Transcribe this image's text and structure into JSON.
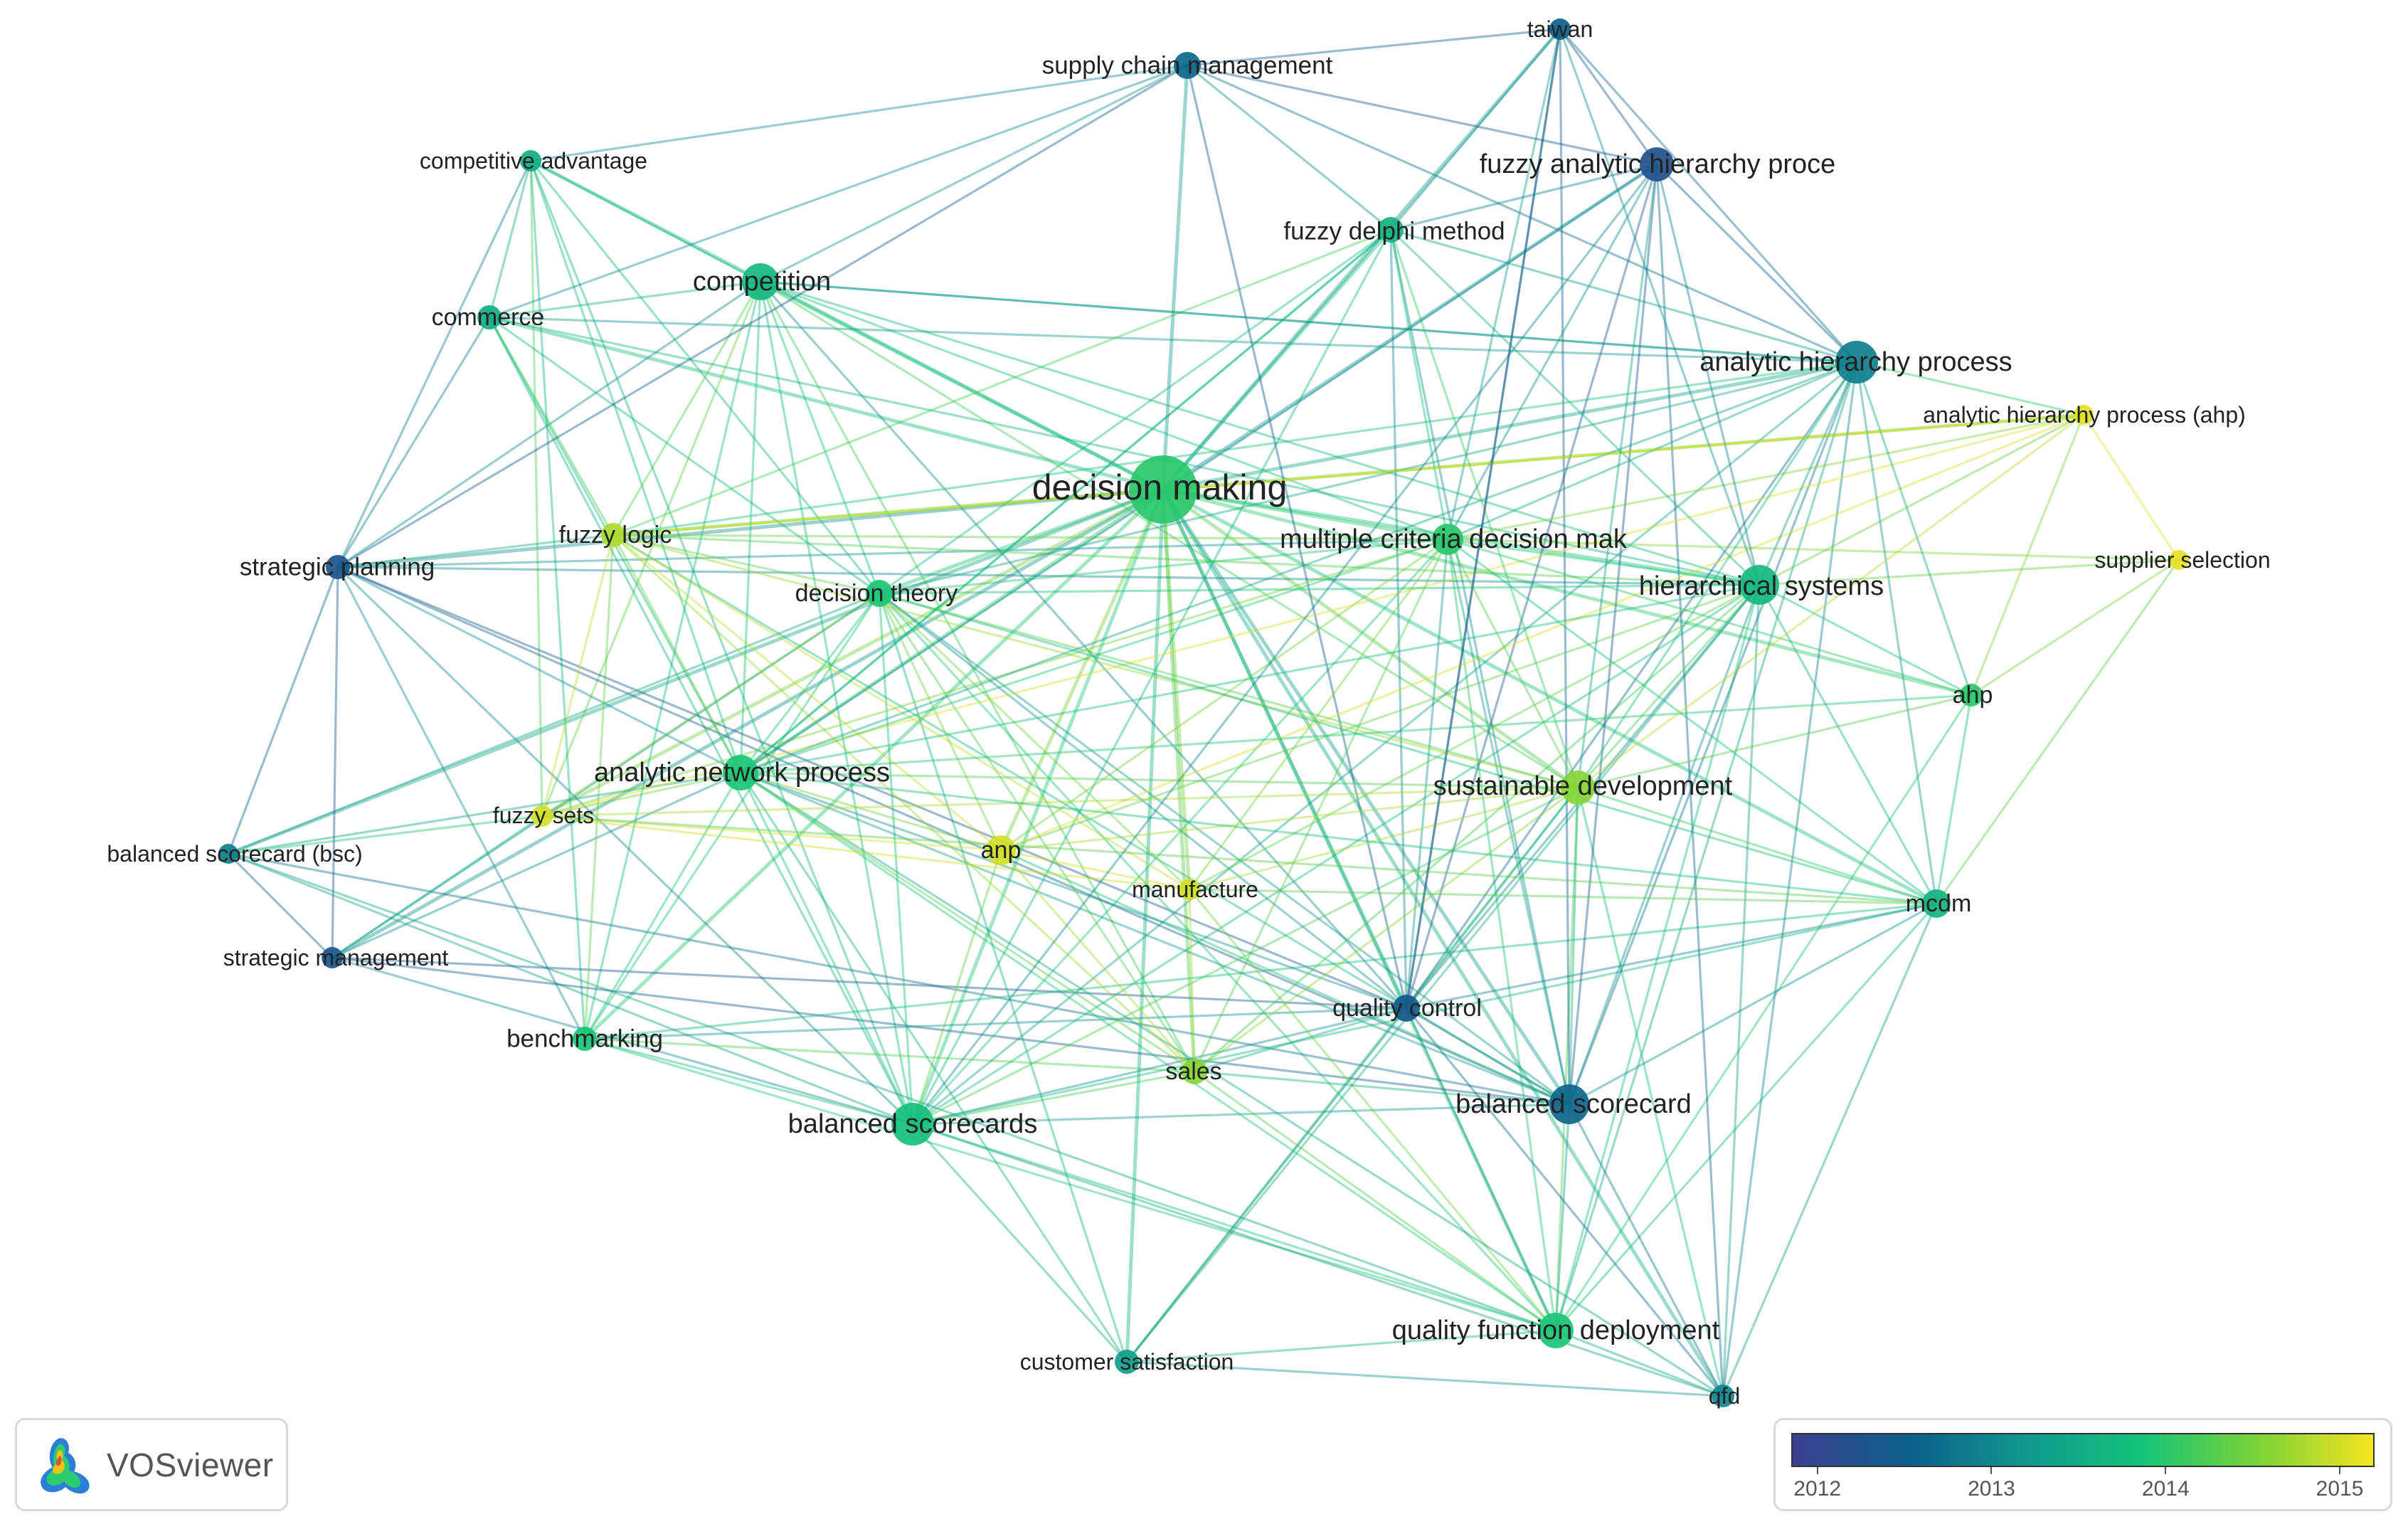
{
  "app": {
    "name": "VOSviewer"
  },
  "legend": {
    "ticks": [
      "2012",
      "2013",
      "2014",
      "2015"
    ],
    "min": 2011.85,
    "max": 2015.2,
    "colors": [
      "#3b3f8f",
      "#0b5f8a",
      "#11978f",
      "#14c47a",
      "#7bd339",
      "#f5e51f"
    ]
  },
  "nodes": [
    {
      "id": "taiwan",
      "label": "taiwan",
      "year": 2012.5
    },
    {
      "id": "scm",
      "label": "supply chain management",
      "year": 2012.6
    },
    {
      "id": "compadv",
      "label": "competitive advantage",
      "year": 2013.5
    },
    {
      "id": "fahp",
      "label": "fuzzy analytic hierarchy proce",
      "year": 2012.2
    },
    {
      "id": "fdelphi",
      "label": "fuzzy delphi method",
      "year": 2013.6
    },
    {
      "id": "competition",
      "label": "competition",
      "year": 2013.7
    },
    {
      "id": "commerce",
      "label": "commerce",
      "year": 2013.5
    },
    {
      "id": "ahp_long",
      "label": "analytic hierarchy process",
      "year": 2012.9
    },
    {
      "id": "ahp_paren",
      "label": "analytic hierarchy process (ahp)",
      "year": 2015.1
    },
    {
      "id": "dm",
      "label": "decision making",
      "year": 2014.0
    },
    {
      "id": "fuzzylogic",
      "label": "fuzzy logic",
      "year": 2014.8
    },
    {
      "id": "mcdm_long",
      "label": "multiple criteria decision mak",
      "year": 2014.0
    },
    {
      "id": "stratplan",
      "label": "strategic planning",
      "year": 2012.3
    },
    {
      "id": "suppsel",
      "label": "supplier selection",
      "year": 2015.1
    },
    {
      "id": "dectheory",
      "label": "decision theory",
      "year": 2013.9
    },
    {
      "id": "hiersys",
      "label": "hierarchical systems",
      "year": 2013.7
    },
    {
      "id": "ahp",
      "label": "ahp",
      "year": 2014.0
    },
    {
      "id": "anp_long",
      "label": "analytic network process",
      "year": 2013.9
    },
    {
      "id": "sustdev",
      "label": "sustainable development",
      "year": 2014.6
    },
    {
      "id": "fuzzysets",
      "label": "fuzzy sets",
      "year": 2015.0
    },
    {
      "id": "bsc_paren",
      "label": "balanced scorecard (bsc)",
      "year": 2012.9
    },
    {
      "id": "anp",
      "label": "anp",
      "year": 2015.0
    },
    {
      "id": "manufacture",
      "label": "manufacture",
      "year": 2015.0
    },
    {
      "id": "mcdm",
      "label": "mcdm",
      "year": 2013.6
    },
    {
      "id": "stratmgmt",
      "label": "strategic management",
      "year": 2012.3
    },
    {
      "id": "qc",
      "label": "quality control",
      "year": 2012.4
    },
    {
      "id": "benchmarking",
      "label": "benchmarking",
      "year": 2013.9
    },
    {
      "id": "sales",
      "label": "sales",
      "year": 2014.6
    },
    {
      "id": "bsc",
      "label": "balanced scorecard",
      "year": 2012.6
    },
    {
      "id": "bscs",
      "label": "balanced scorecards",
      "year": 2013.8
    },
    {
      "id": "qfd_long",
      "label": "quality function deployment",
      "year": 2013.9
    },
    {
      "id": "custsat",
      "label": "customer satisfaction",
      "year": 2013.3
    },
    {
      "id": "qfd",
      "label": "qfd",
      "year": 2013.0
    }
  ],
  "edges": [
    [
      "dm",
      "competition"
    ],
    [
      "dm",
      "compadv"
    ],
    [
      "dm",
      "commerce"
    ],
    [
      "dm",
      "fuzzylogic"
    ],
    [
      "dm",
      "stratplan"
    ],
    [
      "dm",
      "dectheory"
    ],
    [
      "dm",
      "mcdm_long"
    ],
    [
      "dm",
      "hiersys"
    ],
    [
      "dm",
      "ahp_long"
    ],
    [
      "dm",
      "fahp"
    ],
    [
      "dm",
      "fdelphi"
    ],
    [
      "dm",
      "anp_long"
    ],
    [
      "dm",
      "sustdev"
    ],
    [
      "dm",
      "fuzzysets"
    ],
    [
      "dm",
      "anp"
    ],
    [
      "dm",
      "manufacture"
    ],
    [
      "dm",
      "mcdm"
    ],
    [
      "dm",
      "qc"
    ],
    [
      "dm",
      "benchmarking"
    ],
    [
      "dm",
      "sales"
    ],
    [
      "dm",
      "bsc"
    ],
    [
      "dm",
      "bscs"
    ],
    [
      "dm",
      "qfd_long"
    ],
    [
      "dm",
      "custsat"
    ],
    [
      "dm",
      "qfd"
    ],
    [
      "dm",
      "ahp"
    ],
    [
      "dm",
      "taiwan"
    ],
    [
      "dm",
      "ahp_paren"
    ],
    [
      "dm",
      "stratmgmt"
    ],
    [
      "dm",
      "bsc_paren"
    ],
    [
      "competition",
      "compadv"
    ],
    [
      "competition",
      "commerce"
    ],
    [
      "competition",
      "stratplan"
    ],
    [
      "competition",
      "dectheory"
    ],
    [
      "competition",
      "anp_long"
    ],
    [
      "competition",
      "bscs"
    ],
    [
      "competition",
      "hiersys"
    ],
    [
      "competition",
      "ahp_long"
    ],
    [
      "competition",
      "mcdm_long"
    ],
    [
      "competition",
      "fuzzylogic"
    ],
    [
      "competition",
      "benchmarking"
    ],
    [
      "competition",
      "qc"
    ],
    [
      "competition",
      "sustdev"
    ],
    [
      "competition",
      "fuzzysets"
    ],
    [
      "competition",
      "sales"
    ],
    [
      "competition",
      "scm"
    ],
    [
      "commerce",
      "compadv"
    ],
    [
      "commerce",
      "stratplan"
    ],
    [
      "commerce",
      "anp_long"
    ],
    [
      "commerce",
      "bscs"
    ],
    [
      "commerce",
      "dectheory"
    ],
    [
      "commerce",
      "ahp_long"
    ],
    [
      "commerce",
      "fuzzylogic"
    ],
    [
      "commerce",
      "hiersys"
    ],
    [
      "compadv",
      "stratplan"
    ],
    [
      "compadv",
      "anp_long"
    ],
    [
      "compadv",
      "bscs"
    ],
    [
      "compadv",
      "dectheory"
    ],
    [
      "compadv",
      "benchmarking"
    ],
    [
      "compadv",
      "scm"
    ],
    [
      "compadv",
      "fuzzysets"
    ],
    [
      "stratplan",
      "fuzzylogic"
    ],
    [
      "stratplan",
      "bsc_paren"
    ],
    [
      "stratplan",
      "stratmgmt"
    ],
    [
      "stratplan",
      "mcdm_long"
    ],
    [
      "stratplan",
      "bsc"
    ],
    [
      "stratplan",
      "anp_long"
    ],
    [
      "stratplan",
      "qc"
    ],
    [
      "stratplan",
      "bscs"
    ],
    [
      "stratplan",
      "scm"
    ],
    [
      "stratplan",
      "hiersys"
    ],
    [
      "stratplan",
      "benchmarking"
    ],
    [
      "bsc_paren",
      "stratmgmt"
    ],
    [
      "bsc_paren",
      "bscs"
    ],
    [
      "bsc_paren",
      "anp_long"
    ],
    [
      "bsc_paren",
      "bsc"
    ],
    [
      "bsc_paren",
      "fuzzysets"
    ],
    [
      "bsc_paren",
      "dectheory"
    ],
    [
      "bsc_paren",
      "qfd_long"
    ],
    [
      "stratmgmt",
      "bsc"
    ],
    [
      "stratmgmt",
      "bscs"
    ],
    [
      "stratmgmt",
      "anp_long"
    ],
    [
      "stratmgmt",
      "dectheory"
    ],
    [
      "stratmgmt",
      "qc"
    ],
    [
      "stratmgmt",
      "fuzzysets"
    ],
    [
      "benchmarking",
      "anp_long"
    ],
    [
      "benchmarking",
      "bscs"
    ],
    [
      "benchmarking",
      "qfd_long"
    ],
    [
      "benchmarking",
      "mcdm"
    ],
    [
      "benchmarking",
      "qc"
    ],
    [
      "benchmarking",
      "dectheory"
    ],
    [
      "benchmarking",
      "sales"
    ],
    [
      "benchmarking",
      "fuzzylogic"
    ],
    [
      "bscs",
      "anp_long"
    ],
    [
      "bscs",
      "dectheory"
    ],
    [
      "bscs",
      "qfd_long"
    ],
    [
      "bscs",
      "custsat"
    ],
    [
      "bscs",
      "qfd"
    ],
    [
      "bscs",
      "qc"
    ],
    [
      "bscs",
      "bsc"
    ],
    [
      "bscs",
      "sales"
    ],
    [
      "bscs",
      "mcdm_long"
    ],
    [
      "bscs",
      "hiersys"
    ],
    [
      "bscs",
      "sustdev"
    ],
    [
      "bscs",
      "mcdm"
    ],
    [
      "bscs",
      "ahp_long"
    ],
    [
      "bscs",
      "fdelphi"
    ],
    [
      "bscs",
      "anp"
    ],
    [
      "custsat",
      "qfd_long"
    ],
    [
      "custsat",
      "qc"
    ],
    [
      "custsat",
      "dectheory"
    ],
    [
      "custsat",
      "anp_long"
    ],
    [
      "custsat",
      "sustdev"
    ],
    [
      "custsat",
      "hiersys"
    ],
    [
      "custsat",
      "qfd"
    ],
    [
      "qfd_long",
      "qc"
    ],
    [
      "qfd_long",
      "bsc"
    ],
    [
      "qfd_long",
      "qfd"
    ],
    [
      "qfd_long",
      "sales"
    ],
    [
      "qfd_long",
      "sustdev"
    ],
    [
      "qfd_long",
      "hiersys"
    ],
    [
      "qfd_long",
      "mcdm_long"
    ],
    [
      "qfd_long",
      "ahp_long"
    ],
    [
      "qfd_long",
      "mcdm"
    ],
    [
      "qfd_long",
      "anp_long"
    ],
    [
      "qfd_long",
      "dectheory"
    ],
    [
      "qfd_long",
      "manufacture"
    ],
    [
      "qfd_long",
      "ahp"
    ],
    [
      "qfd",
      "bsc"
    ],
    [
      "qfd",
      "mcdm"
    ],
    [
      "qfd",
      "qc"
    ],
    [
      "qfd",
      "hiersys"
    ],
    [
      "qfd",
      "ahp_long"
    ],
    [
      "qfd",
      "anp_long"
    ],
    [
      "qfd",
      "sustdev"
    ],
    [
      "qfd",
      "fahp"
    ],
    [
      "bsc",
      "qc"
    ],
    [
      "bsc",
      "sales"
    ],
    [
      "bsc",
      "ahp_long"
    ],
    [
      "bsc",
      "hiersys"
    ],
    [
      "bsc",
      "fahp"
    ],
    [
      "bsc",
      "taiwan"
    ],
    [
      "bsc",
      "mcdm_long"
    ],
    [
      "bsc",
      "anp_long"
    ],
    [
      "bsc",
      "fdelphi"
    ],
    [
      "bsc",
      "sustdev"
    ],
    [
      "bsc",
      "mcdm"
    ],
    [
      "bsc",
      "dectheory"
    ],
    [
      "bsc",
      "fuzzylogic"
    ],
    [
      "bsc",
      "anp"
    ],
    [
      "qc",
      "sustdev"
    ],
    [
      "qc",
      "hiersys"
    ],
    [
      "qc",
      "ahp_long"
    ],
    [
      "qc",
      "taiwan"
    ],
    [
      "qc",
      "fahp"
    ],
    [
      "qc",
      "mcdm"
    ],
    [
      "qc",
      "mcdm_long"
    ],
    [
      "qc",
      "sales"
    ],
    [
      "qc",
      "dectheory"
    ],
    [
      "qc",
      "fdelphi"
    ],
    [
      "qc",
      "anp_long"
    ],
    [
      "qc",
      "scm"
    ],
    [
      "sales",
      "sustdev"
    ],
    [
      "sales",
      "manufacture"
    ],
    [
      "sales",
      "anp_long"
    ],
    [
      "sales",
      "dectheory"
    ],
    [
      "sales",
      "hiersys"
    ],
    [
      "sales",
      "mcdm_long"
    ],
    [
      "sales",
      "fuzzylogic"
    ],
    [
      "sales",
      "anp"
    ],
    [
      "manufacture",
      "anp"
    ],
    [
      "manufacture",
      "fuzzysets"
    ],
    [
      "manufacture",
      "fuzzylogic"
    ],
    [
      "manufacture",
      "sustdev"
    ],
    [
      "manufacture",
      "dectheory"
    ],
    [
      "manufacture",
      "mcdm"
    ],
    [
      "manufacture",
      "hiersys"
    ],
    [
      "manufacture",
      "mcdm_long"
    ],
    [
      "anp",
      "fuzzylogic"
    ],
    [
      "anp",
      "fuzzysets"
    ],
    [
      "anp",
      "dectheory"
    ],
    [
      "anp",
      "mcdm_long"
    ],
    [
      "anp",
      "hiersys"
    ],
    [
      "anp",
      "sustdev"
    ],
    [
      "anp",
      "ahp_paren"
    ],
    [
      "anp",
      "anp_long"
    ],
    [
      "fuzzysets",
      "fuzzylogic"
    ],
    [
      "fuzzysets",
      "anp_long"
    ],
    [
      "fuzzysets",
      "dectheory"
    ],
    [
      "fuzzysets",
      "mcdm_long"
    ],
    [
      "fuzzysets",
      "sustdev"
    ],
    [
      "fuzzysets",
      "mcdm"
    ],
    [
      "fuzzysets",
      "ahp_paren"
    ],
    [
      "fuzzylogic",
      "anp_long"
    ],
    [
      "fuzzylogic",
      "dectheory"
    ],
    [
      "fuzzylogic",
      "mcdm_long"
    ],
    [
      "fuzzylogic",
      "hiersys"
    ],
    [
      "fuzzylogic",
      "ahp_long"
    ],
    [
      "fuzzylogic",
      "fdelphi"
    ],
    [
      "fuzzylogic",
      "sustdev"
    ],
    [
      "fuzzylogic",
      "ahp_paren"
    ],
    [
      "dectheory",
      "anp_long"
    ],
    [
      "dectheory",
      "mcdm_long"
    ],
    [
      "dectheory",
      "hiersys"
    ],
    [
      "dectheory",
      "ahp_long"
    ],
    [
      "dectheory",
      "fdelphi"
    ],
    [
      "dectheory",
      "sustdev"
    ],
    [
      "dectheory",
      "mcdm"
    ],
    [
      "anp_long",
      "mcdm_long"
    ],
    [
      "anp_long",
      "hiersys"
    ],
    [
      "anp_long",
      "ahp_long"
    ],
    [
      "anp_long",
      "fdelphi"
    ],
    [
      "anp_long",
      "sustdev"
    ],
    [
      "anp_long",
      "mcdm"
    ],
    [
      "anp_long",
      "ahp"
    ],
    [
      "mcdm_long",
      "hiersys"
    ],
    [
      "mcdm_long",
      "ahp_long"
    ],
    [
      "mcdm_long",
      "fdelphi"
    ],
    [
      "mcdm_long",
      "fahp"
    ],
    [
      "mcdm_long",
      "taiwan"
    ],
    [
      "mcdm_long",
      "sustdev"
    ],
    [
      "mcdm_long",
      "ahp"
    ],
    [
      "mcdm_long",
      "mcdm"
    ],
    [
      "mcdm_long",
      "ahp_paren"
    ],
    [
      "mcdm_long",
      "suppsel"
    ],
    [
      "hiersys",
      "ahp_long"
    ],
    [
      "hiersys",
      "fdelphi"
    ],
    [
      "hiersys",
      "fahp"
    ],
    [
      "hiersys",
      "taiwan"
    ],
    [
      "hiersys",
      "ahp"
    ],
    [
      "hiersys",
      "mcdm"
    ],
    [
      "hiersys",
      "sustdev"
    ],
    [
      "hiersys",
      "ahp_paren"
    ],
    [
      "hiersys",
      "suppsel"
    ],
    [
      "ahp_long",
      "fahp"
    ],
    [
      "ahp_long",
      "fdelphi"
    ],
    [
      "ahp_long",
      "taiwan"
    ],
    [
      "ahp_long",
      "ahp"
    ],
    [
      "ahp_long",
      "mcdm"
    ],
    [
      "ahp_long",
      "ahp_paren"
    ],
    [
      "ahp_long",
      "sustdev"
    ],
    [
      "ahp_long",
      "scm"
    ],
    [
      "ahp_long",
      "competition"
    ],
    [
      "ahp_paren",
      "suppsel"
    ],
    [
      "ahp_paren",
      "ahp"
    ],
    [
      "ahp_paren",
      "sustdev"
    ],
    [
      "ahp_paren",
      "fuzzylogic"
    ],
    [
      "suppsel",
      "ahp"
    ],
    [
      "suppsel",
      "mcdm"
    ],
    [
      "ahp",
      "mcdm"
    ],
    [
      "ahp",
      "sustdev"
    ],
    [
      "mcdm",
      "sustdev"
    ],
    [
      "sustdev",
      "fdelphi"
    ],
    [
      "sustdev",
      "fahp"
    ],
    [
      "fdelphi",
      "fahp"
    ],
    [
      "fdelphi",
      "taiwan"
    ],
    [
      "fdelphi",
      "scm"
    ],
    [
      "fdelphi",
      "anp_long"
    ],
    [
      "fahp",
      "taiwan"
    ],
    [
      "fahp",
      "scm"
    ],
    [
      "fahp",
      "bscs"
    ],
    [
      "fahp",
      "anp_long"
    ],
    [
      "taiwan",
      "scm"
    ],
    [
      "taiwan",
      "qc"
    ],
    [
      "scm",
      "commerce"
    ],
    [
      "scm",
      "dm"
    ]
  ]
}
